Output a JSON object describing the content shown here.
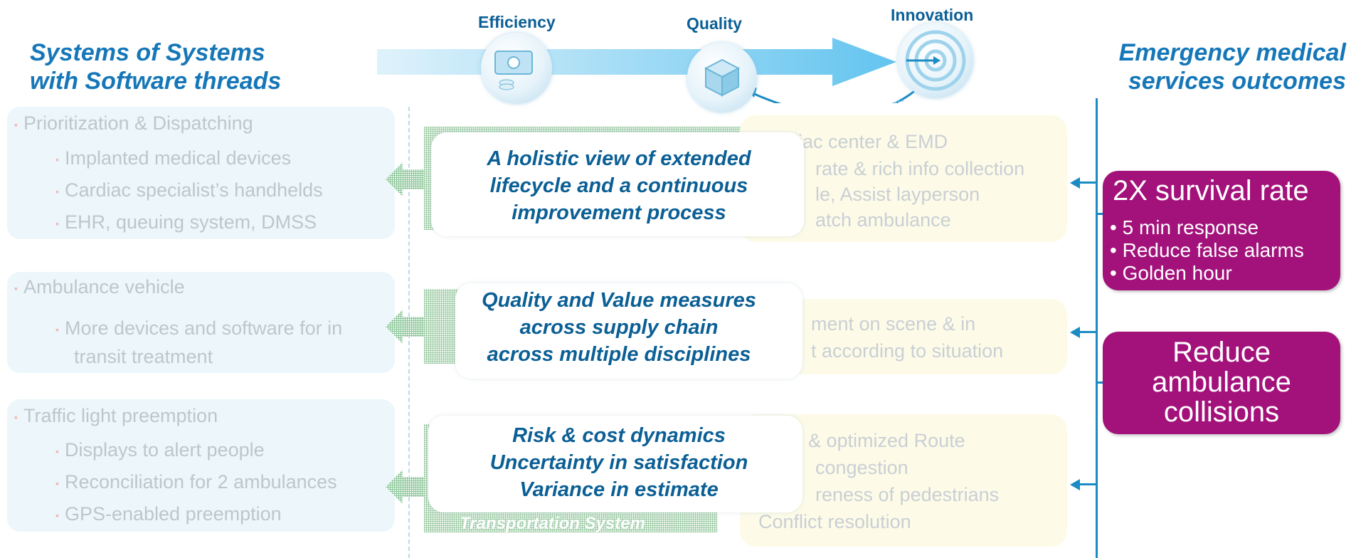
{
  "left_title": [
    "Systems of Systems",
    "with Software threads"
  ],
  "right_title": [
    "Emergency medical",
    "services outcomes"
  ],
  "top": {
    "efficiency": "Efficiency",
    "quality": "Quality",
    "innovation": "Innovation"
  },
  "left_groups": [
    {
      "head": "Prioritization & Dispatching",
      "items": [
        "Implanted medical devices",
        "Cardiac specialist’s handhelds",
        "EHR, queuing system, DMSS"
      ]
    },
    {
      "head": "Ambulance vehicle",
      "items": [
        "More devices and software for in",
        "transit treatment"
      ]
    },
    {
      "head": "Traffic light preemption",
      "items": [
        "Displays to alert people",
        "Reconciliation for 2 ambulances",
        "GPS-enabled preemption"
      ]
    }
  ],
  "middle_boxes": [
    [
      "liac center & EMD",
      "rate & rich info collection",
      "le, Assist layperson",
      "atch ambulance"
    ],
    [
      "ment on scene & in",
      "t according to situation"
    ],
    [
      "& optimized Route",
      "congestion",
      "reness of pedestrians",
      "Conflict resolution"
    ]
  ],
  "hatch_label": "Transportation System",
  "center_messages": [
    [
      "A holistic view of extended",
      "lifecycle and a continuous",
      "improvement process"
    ],
    [
      "Quality and Value measures",
      "across supply chain",
      "across multiple disciplines"
    ],
    [
      "Risk & cost dynamics",
      "Uncertainty in satisfaction",
      "Variance in estimate"
    ]
  ],
  "outcomes": [
    {
      "title": "2X survival rate",
      "bullets": [
        "5 min response",
        "Reduce false alarms",
        "Golden hour"
      ]
    },
    {
      "lines": [
        "Reduce",
        "ambulance",
        "collisions"
      ]
    }
  ],
  "colors": {
    "accent": "#1677b8",
    "outcome": "#a3127b",
    "arrow": "#1a8bc4"
  }
}
